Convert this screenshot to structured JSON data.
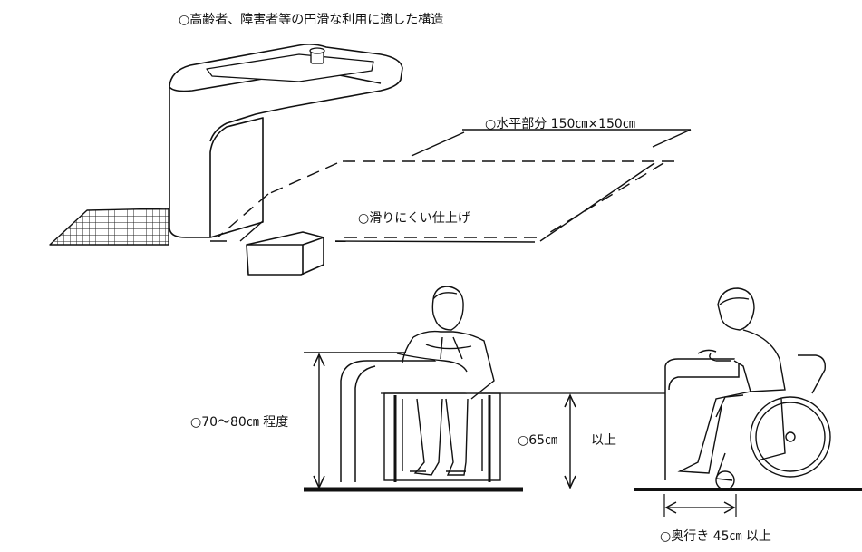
{
  "labels": {
    "structure": "○高齢者、障害者等の円滑な利用に適した構造",
    "horizontal": "○水平部分 150㎝×150㎝",
    "nonslip": "○滑りにくい仕上げ",
    "height_range": "○70～80㎝ 程度",
    "knee_clearance_value": "○65㎝",
    "knee_clearance_suffix": "以上",
    "depth": "○奥行き 45㎝ 以上"
  }
}
